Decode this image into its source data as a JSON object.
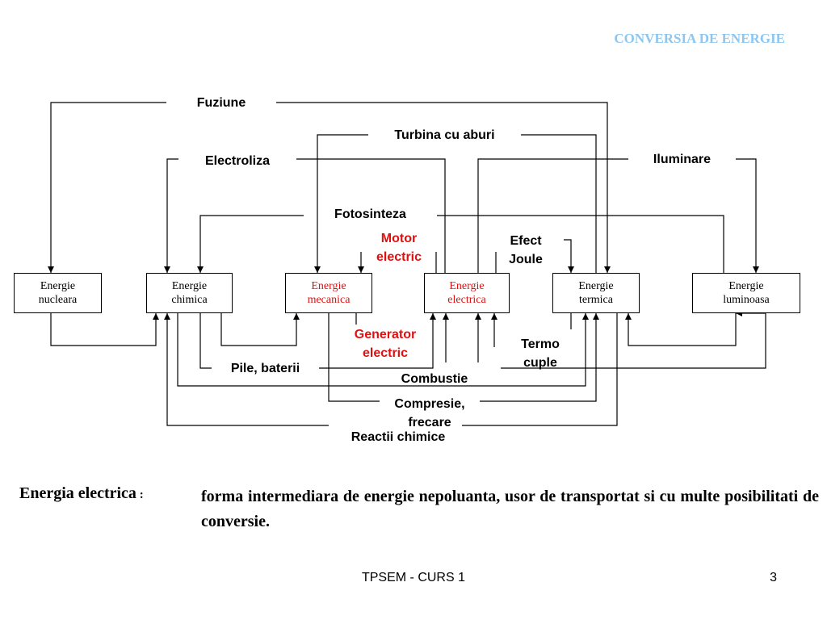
{
  "header": {
    "title": "CONVERSIA DE ENERGIE"
  },
  "boxes": {
    "nucleara": "Energie\nnucleara",
    "chimica": "Energie\nchimica",
    "mecanica": "Energie\nmecanica",
    "electrica": "Energie\nelectrica",
    "termica": "Energie\ntermica",
    "luminoasa": "Energie\nluminoasa"
  },
  "processes": {
    "fuziune": "Fuziune",
    "turbina": "Turbina cu aburi",
    "electroliza": "Electroliza",
    "iluminare": "Iluminare",
    "fotosinteza": "Fotosinteza",
    "motor": "Motor\nelectric",
    "efect_joule": "Efect\nJoule",
    "generator": "Generator\nelectric",
    "termocuple": "Termo\ncuple",
    "pile": "Pile, baterii",
    "combustie": "Combustie",
    "compresie": "Compresie,\nfrecare",
    "reactii": "Reactii chimice"
  },
  "colors": {
    "accent_red": "#e01010",
    "header_blue": "#8ec6f0"
  },
  "definition": {
    "term": "Energia electrica",
    "colon": " :",
    "text": "forma intermediara de energie nepoluanta,  usor de transportat si cu multe posibilitati de conversie."
  },
  "footer": {
    "center": "TPSEM - CURS 1",
    "page": "3"
  }
}
